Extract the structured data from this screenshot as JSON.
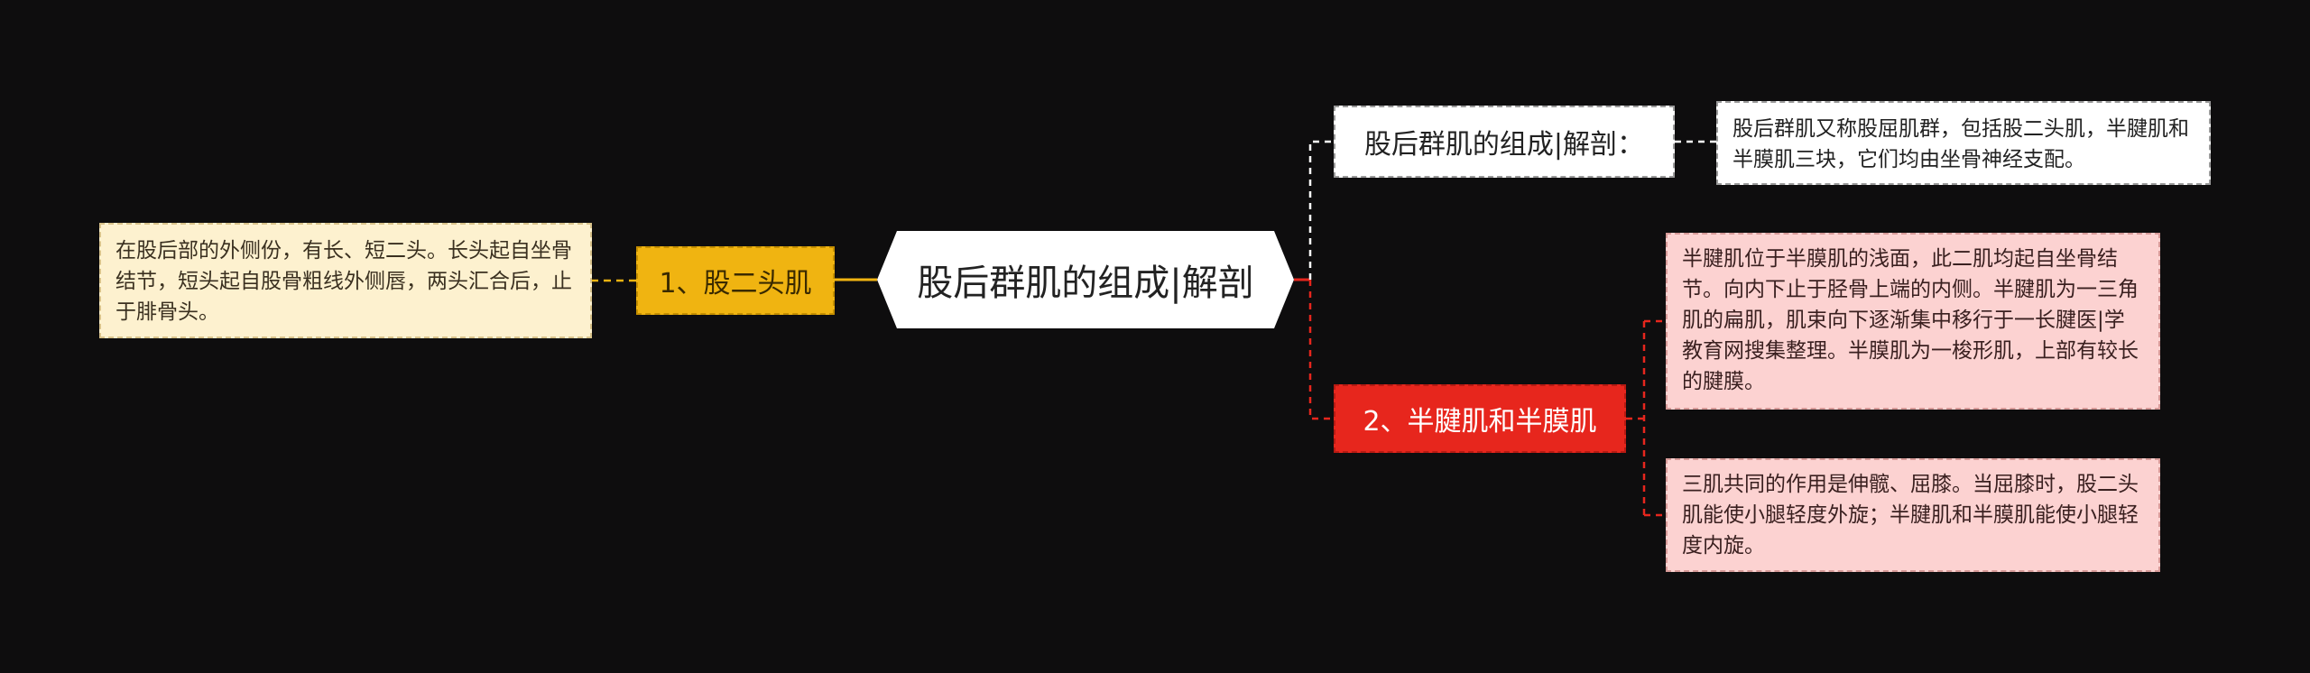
{
  "root": {
    "label": "股后群肌的组成|解剖"
  },
  "branches": {
    "left": {
      "label": "1、股二头肌",
      "leaf": "在股后部的外侧份，有长、短二头。长头起自坐骨结节，短头起自股骨粗线外侧唇，两头汇合后，止于腓骨头。"
    },
    "top_right": {
      "label": "股后群肌的组成|解剖：",
      "leaf": "股后群肌又称股屈肌群，包括股二头肌，半腱肌和半膜肌三块，它们均由坐骨神经支配。"
    },
    "bottom_right": {
      "label": "2、半腱肌和半膜肌",
      "leaves": [
        "半腱肌位于半膜肌的浅面，此二肌均起自坐骨结节。向内下止于胫骨上端的内侧。半腱肌为一三角肌的扁肌，肌束向下逐渐集中移行于一长腱医|学教育网搜集整理。半膜肌为一梭形肌，上部有较长的腱膜。",
        "三肌共同的作用是伸髋、屈膝。当屈膝时，股二头肌能使小腿轻度外旋；半腱肌和半膜肌能使小腿轻度内旋。"
      ]
    }
  },
  "colors": {
    "background": "#0e0d0e",
    "yellow_branch": "#f0b411",
    "red_branch": "#e7261d",
    "white_connector": "#ffffff",
    "yellow_connector": "#f0b411",
    "red_connector": "#e7261d"
  }
}
